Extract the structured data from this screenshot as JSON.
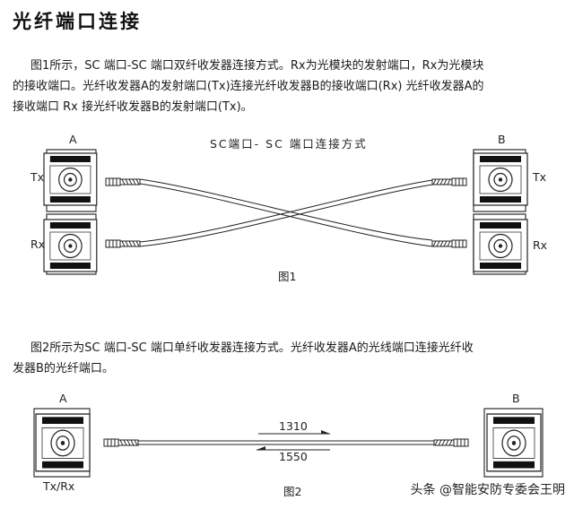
{
  "title": "光纤端口连接",
  "paragraph1": {
    "line1": "图1所示，SC 端口-SC 端口双纤收发器连接方式。Rx为光模块的发射端口，Rx为光模块",
    "line2": "的接收端口。光纤收发器A的发射端口(Tx)连接光纤收发器B的接收端口(Rx) 光纤收发器A的",
    "line3": "接收端口 Rx 接光纤收发器B的发射端口(Tx)。"
  },
  "figure1": {
    "heading": "SC端口- SC 端口连接方式",
    "label_a": "A",
    "label_b": "B",
    "tx_left": "Tx",
    "rx_left": "Rx",
    "tx_right": "Tx",
    "rx_right": "Rx",
    "caption": "图1"
  },
  "paragraph2": {
    "line1": "图2所示为SC 端口-SC 端口单纤收发器连接方式。光纤收发器A的光线端口连接光纤收",
    "line2": "发器B的光纤端口。"
  },
  "figure2": {
    "label_a": "A",
    "label_b": "B",
    "txrx": "Tx/Rx",
    "wavelength_1": "1310",
    "wavelength_2": "1550",
    "caption": "图2"
  },
  "watermark": "头条 @智能安防专委会王明"
}
